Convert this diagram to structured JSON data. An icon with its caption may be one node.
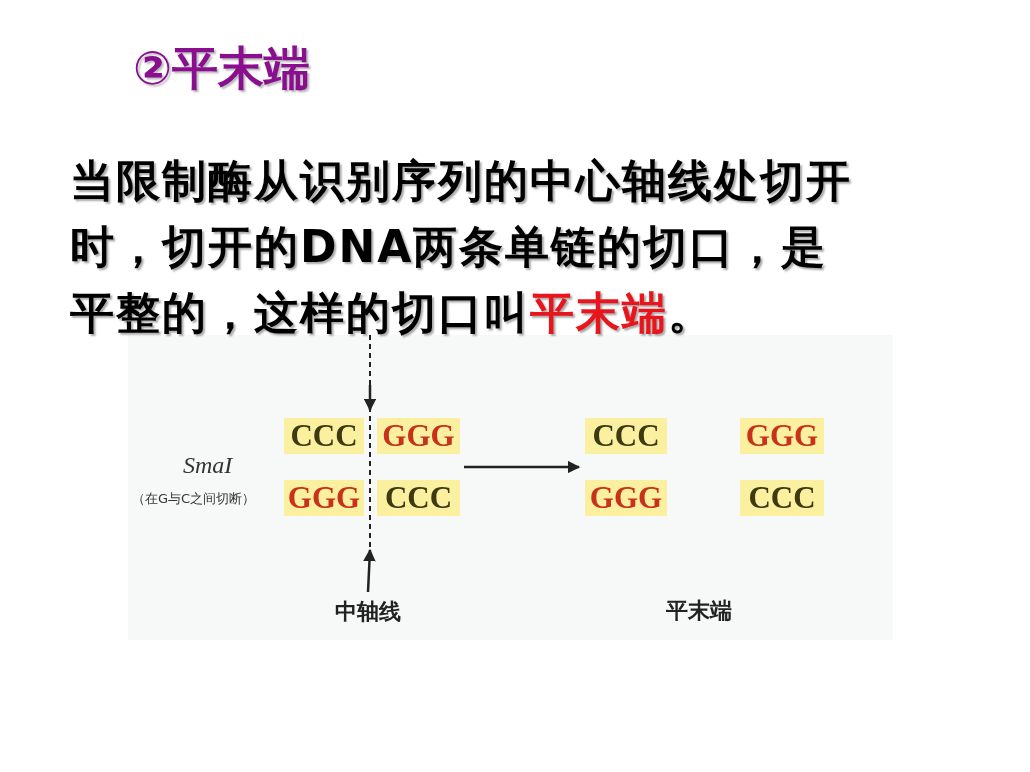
{
  "diagram": {
    "title": "②平末端",
    "nodes": [
      {
        "text": [
          "CCC",
          "GGG"
        ]
      },
      {
        "text": [
          "GGG",
          "CCC"
        ]
      },
      {
        "text": [
          "CCC",
          "GGG"
        ]
      },
      {
        "text": [
          "GGG",
          "CCC"
        ]
      },
      {
        "text": [],
        "shape": "line"
      },
      {
        "text": [
          "中轴线"
        ]
      }
    ],
    "edges": [
      {
        "from": 1,
        "to": 2,
        "arrow": "to"
      },
      {
        "from": 5,
        "to": 4,
        "arrow": "to"
      }
    ],
    "labels": [
      "当限制酶从识别序列的中心轴线处切开时，切开的DNA两条单链的切口，是平整的，这样的切口叫",
      "平末端",
      "。",
      "SmaI",
      "（在G与C之间切断）",
      "平末端"
    ]
  }
}
